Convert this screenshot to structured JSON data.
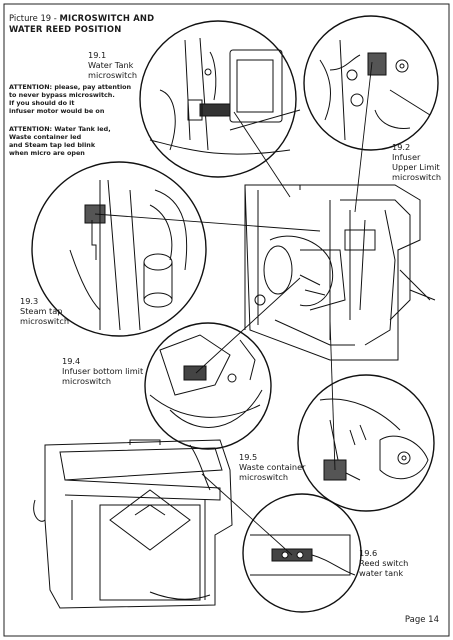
{
  "title": {
    "lead": "Picture 19 - ",
    "heading": "MICROSWITCH AND\nWATER REED POSITION"
  },
  "warnings": {
    "bypass": "ATTENTION: please, pay attention\nto never bypass microswitch.\nIf you should do it\ninfuser motor would be on",
    "leds": "ATTENTION: Water Tank led,\nWaste container led\nand Steam tap led blink\nwhen micro are open"
  },
  "callouts": {
    "c191": "19.1\nWater Tank\nmicroswitch",
    "c192": "19.2\nInfuser\nUpper Limit\nmicroswitch",
    "c193": "19.3\nSteam tap\nmicroswitch",
    "c194": "19.4\nInfuser bottom limit\nmicroswitch",
    "c195": "19.5\nWaste container\nmicroswitch",
    "c196": "19.6\nReed switch\nwater tank"
  },
  "footer": {
    "page": "Page 14"
  }
}
